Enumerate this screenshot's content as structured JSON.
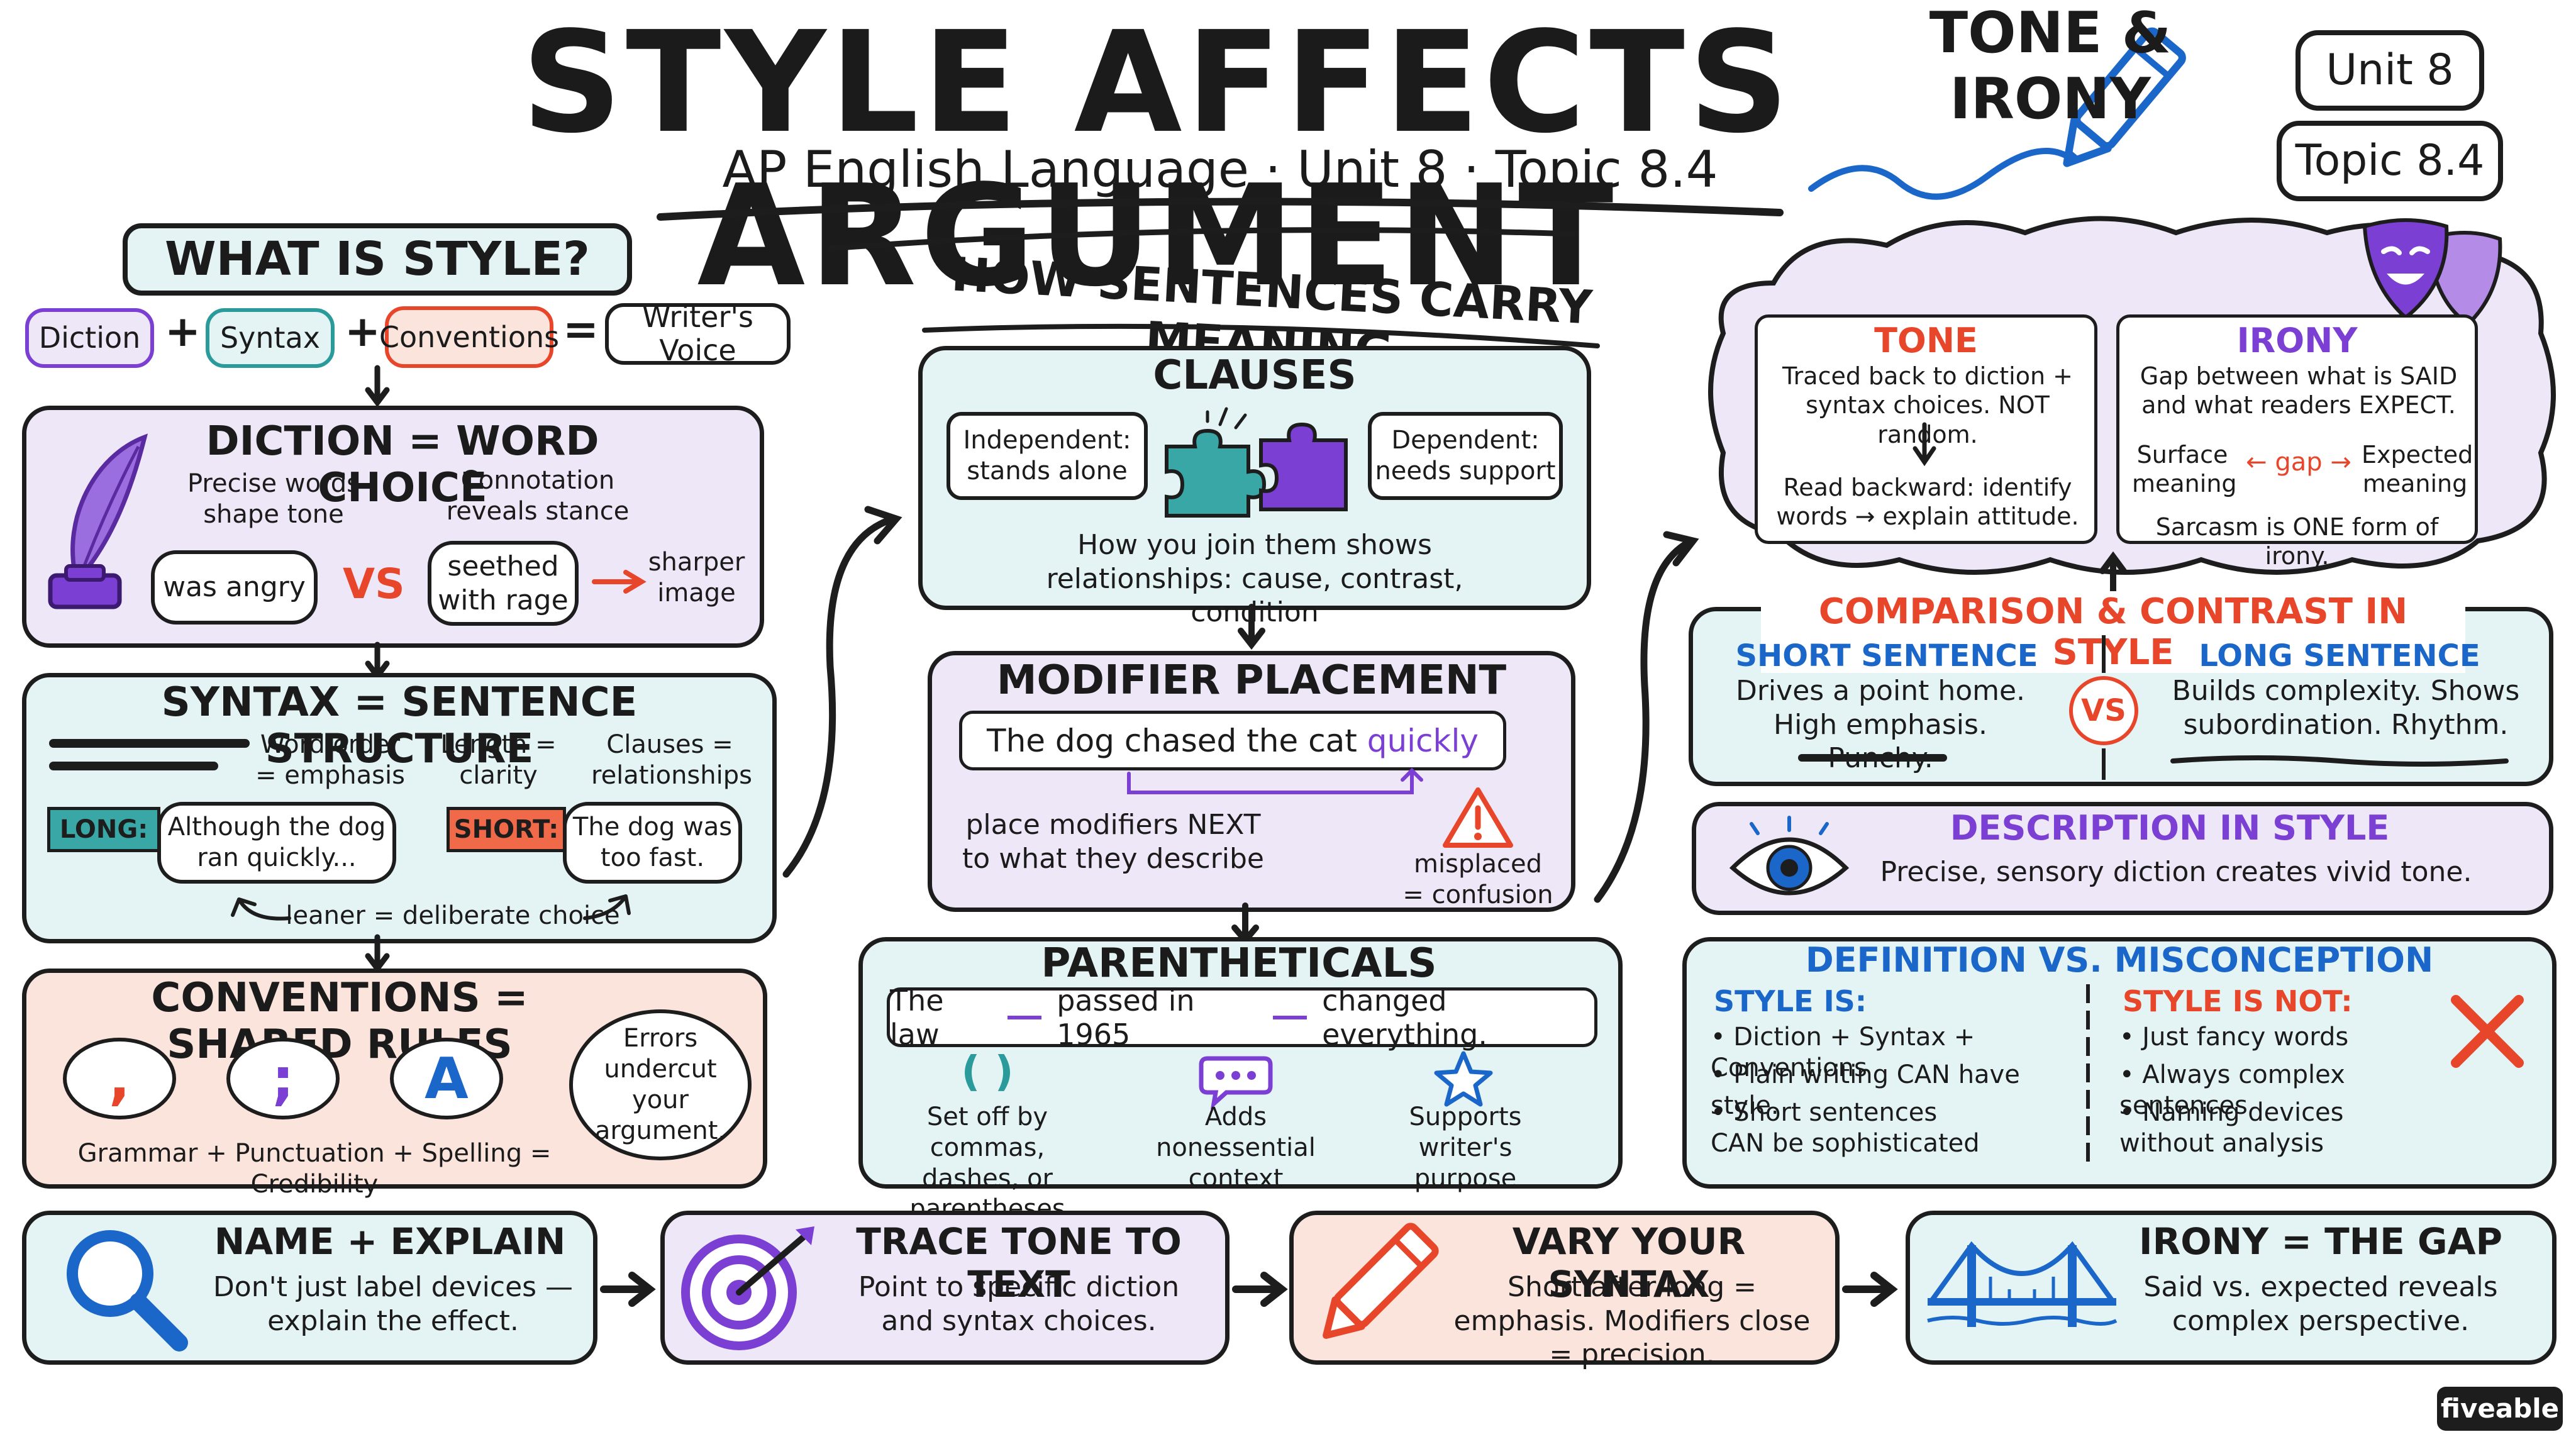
{
  "title": "STYLE AFFECTS ARGUMENT",
  "subtitle": "AP English Language · Unit 8 · Topic 8.4",
  "badges": {
    "unit": "Unit 8",
    "topic": "Topic 8.4"
  },
  "what_is_style": {
    "heading": "WHAT IS STYLE?",
    "diction": "Diction",
    "syntax": "Syntax",
    "conventions": "Conventions",
    "voice": "Writer's Voice",
    "plus": "+",
    "equals": "="
  },
  "diction": {
    "heading": "DICTION = WORD CHOICE",
    "note1": "Precise words shape tone",
    "note2": "Connotation reveals stance",
    "bubble1": "was angry",
    "vs": "VS",
    "bubble2": "seethed with rage",
    "result": "sharper image"
  },
  "syntax": {
    "heading": "SYNTAX = SENTENCE STRUCTURE",
    "note1": "Word order = emphasis",
    "note2": "Length = clarity",
    "note3": "Clauses = relationships",
    "long_tag": "LONG:",
    "long_text": "Although the dog ran quickly...",
    "short_tag": "SHORT:",
    "short_text": "The dog was too fast.",
    "footer": "leaner = deliberate choice"
  },
  "conventions": {
    "heading": "CONVENTIONS = SHARED RULES",
    "sym1": ",",
    "sym2": ";",
    "sym3": "A",
    "bubble": "Errors undercut your argument.",
    "footer": "Grammar + Punctuation + Spelling = Credibility"
  },
  "sentences": {
    "heading": "HOW SENTENCES CARRY MEANING"
  },
  "clauses": {
    "heading": "CLAUSES",
    "independent": "Independent: stands alone",
    "dependent": "Dependent: needs support",
    "footer": "How you join them shows relationships: cause, contrast, condition"
  },
  "modifier": {
    "heading": "MODIFIER PLACEMENT",
    "sentence_start": "The dog chased the cat ",
    "sentence_word": "quickly",
    "note": "place modifiers NEXT to what they describe",
    "warning": "misplaced = confusion"
  },
  "parentheticals": {
    "heading": "PARENTHETICALS",
    "ex_a": "The law",
    "ex_b": "passed in 1965",
    "ex_c": "changed everything.",
    "col1_icon": "( )",
    "col1": "Set off by commas, dashes, or parentheses",
    "col2": "Adds nonessential context",
    "col3": "Supports writer's purpose"
  },
  "tone_irony": {
    "heading": "TONE & IRONY",
    "tone_title": "TONE",
    "tone_text": "Traced back to diction + syntax choices. NOT random.",
    "tone_text2": "Read backward: identify words → explain attitude.",
    "irony_title": "IRONY",
    "irony_text": "Gap between what is SAID and what readers EXPECT.",
    "surface": "Surface meaning",
    "gap": "gap",
    "expected": "Expected meaning",
    "sarcasm": "Sarcasm is ONE form of irony."
  },
  "comparison": {
    "heading": "COMPARISON & CONTRAST IN STYLE",
    "short_title": "SHORT SENTENCE",
    "short_text": "Drives a point home. High emphasis. Punchy.",
    "vs": "VS",
    "long_title": "LONG SENTENCE",
    "long_text": "Builds complexity. Shows subordination. Rhythm."
  },
  "description": {
    "heading": "DESCRIPTION IN STYLE",
    "text": "Precise, sensory diction creates vivid tone."
  },
  "definition": {
    "heading": "DEFINITION VS. MISCONCEPTION",
    "is_title": "STYLE IS:",
    "is_items": [
      "• Diction + Syntax + Conventions",
      "• Plain writing CAN have style.",
      "• Short sentences CAN be sophisticated"
    ],
    "not_title": "STYLE IS NOT:",
    "not_items": [
      "• Just fancy words",
      "• Always complex sentences",
      "• Naming devices without analysis"
    ]
  },
  "tips": [
    {
      "title": "NAME + EXPLAIN",
      "text": "Don't just label devices — explain the effect."
    },
    {
      "title": "TRACE TONE TO TEXT",
      "text": "Point to specific diction and syntax choices."
    },
    {
      "title": "VARY YOUR SYNTAX",
      "text": "Short after long = emphasis. Modifiers close = precision."
    },
    {
      "title": "IRONY = THE GAP",
      "text": "Said vs. expected reveals complex perspective."
    }
  ],
  "brand": "fiveable"
}
